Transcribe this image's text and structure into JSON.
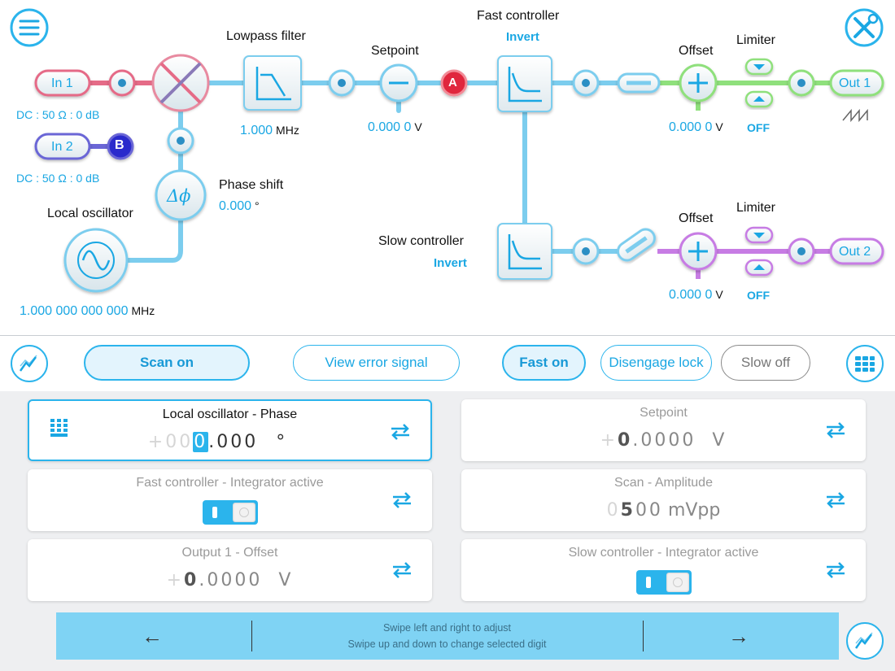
{
  "diagram": {
    "lowpass_label": "Lowpass filter",
    "lowpass_freq": "1.000",
    "lowpass_unit": "MHz",
    "setpoint_label": "Setpoint",
    "setpoint_value": "0.000 0",
    "setpoint_unit": "V",
    "fast_controller_label": "Fast controller",
    "fast_invert": "Invert",
    "slow_controller_label": "Slow controller",
    "slow_invert": "Invert",
    "offset1_label": "Offset",
    "offset1_value": "0.000 0",
    "offset1_unit": "V",
    "limiter1_label": "Limiter",
    "limiter1_state": "OFF",
    "offset2_label": "Offset",
    "offset2_value": "0.000 0",
    "offset2_unit": "V",
    "limiter2_label": "Limiter",
    "limiter2_state": "OFF",
    "in1_label": "In 1",
    "in1_settings": "DC : 50 Ω : 0 dB",
    "in2_label": "In 2",
    "in2_settings": "DC : 50 Ω : 0 dB",
    "out1_label": "Out 1",
    "out2_label": "Out 2",
    "marker_a": "A",
    "marker_b": "B",
    "phase_shift_label": "Phase shift",
    "phase_shift_value": "0.000",
    "phase_shift_unit": "°",
    "phase_symbol": "Δϕ",
    "local_osc_label": "Local oscillator",
    "local_osc_freq": "1.000 000 000 000",
    "local_osc_unit": "MHz"
  },
  "toolbar": {
    "scan_on": "Scan on",
    "view_error_signal": "View error signal",
    "fast_on": "Fast on",
    "disengage_lock": "Disengage lock",
    "slow_off": "Slow off"
  },
  "cards": {
    "lo_phase": {
      "title": "Local oscillator - Phase",
      "prefix": "+00",
      "cursor": "0",
      "rest": ".000",
      "unit": "°"
    },
    "setpoint": {
      "title": "Setpoint",
      "prefix": "+",
      "lead": "0",
      "rest": ".0000",
      "unit": "V"
    },
    "fast_integrator": {
      "title": "Fast controller - Integrator active"
    },
    "scan_amplitude": {
      "title": "Scan - Amplitude",
      "prefix": "0",
      "lead": "5",
      "rest": "00",
      "unit": "mVpp"
    },
    "out1_offset": {
      "title": "Output 1 - Offset",
      "prefix": "+",
      "lead": "0",
      "rest": ".0000",
      "unit": "V"
    },
    "slow_integrator": {
      "title": "Slow controller - Integrator active"
    }
  },
  "swipe": {
    "line1": "Swipe left and right to adjust",
    "line2": "Swipe up and down to change selected digit",
    "left_arrow": "←",
    "right_arrow": "→"
  },
  "colors": {
    "accent": "#2bb4ec",
    "signal_path": "#7ccdee",
    "in1_pink": "#e56b87",
    "in2_purple": "#6b66d6",
    "out1_green": "#8fe07c",
    "out2_purple": "#c77ce4"
  },
  "icons": {
    "menu": "menu-icon",
    "tools": "tools-icon",
    "graph": "graph-icon",
    "grid": "grid-icon",
    "keypad": "keypad-icon",
    "swap": "swap-arrows-icon"
  }
}
